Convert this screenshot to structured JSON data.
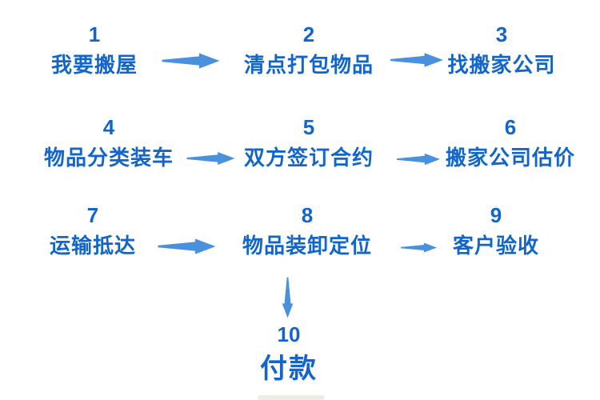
{
  "colors": {
    "text_blue": "#1266cb",
    "arrow_blue": "#4a91dd"
  },
  "steps": [
    {
      "number": "1",
      "label": "我要搬屋"
    },
    {
      "number": "2",
      "label": "清点打包物品"
    },
    {
      "number": "3",
      "label": "找搬家公司"
    },
    {
      "number": "4",
      "label": "物品分类装车"
    },
    {
      "number": "5",
      "label": "双方签订合约"
    },
    {
      "number": "6",
      "label": "搬家公司估价"
    },
    {
      "number": "7",
      "label": "运输抵达"
    },
    {
      "number": "8",
      "label": "物品装卸定位"
    },
    {
      "number": "9",
      "label": "客户验收"
    },
    {
      "number": "10",
      "label": "付款"
    }
  ],
  "connections": [
    {
      "from": "1",
      "to": "2"
    },
    {
      "from": "2",
      "to": "3"
    },
    {
      "from": "4",
      "to": "5"
    },
    {
      "from": "5",
      "to": "6"
    },
    {
      "from": "7",
      "to": "8"
    },
    {
      "from": "8",
      "to": "9"
    },
    {
      "from": "8",
      "to": "10"
    }
  ]
}
